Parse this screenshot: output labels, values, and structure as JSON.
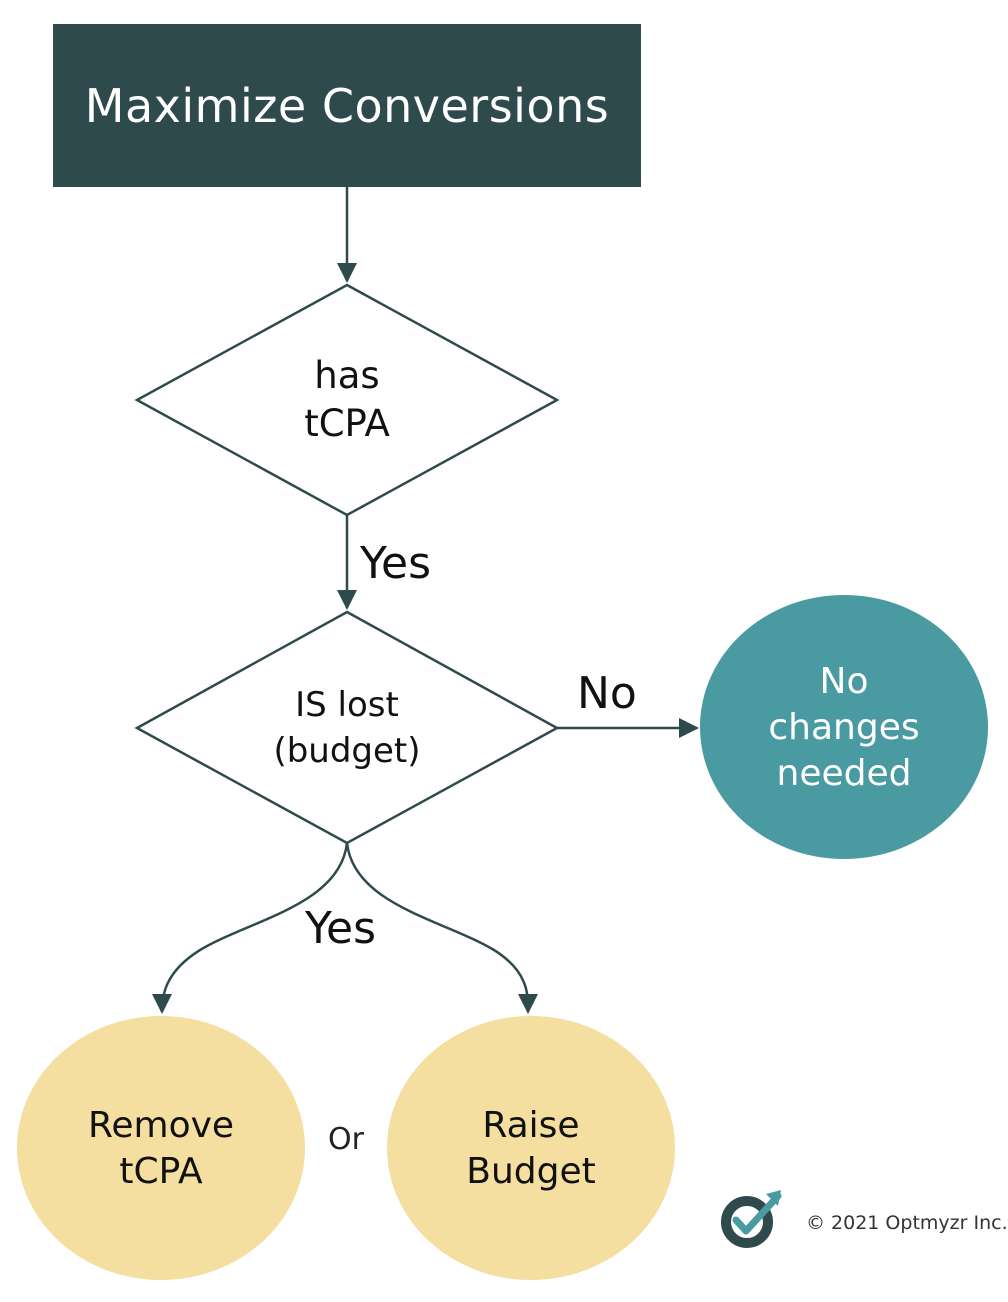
{
  "title": "Maximize Conversions",
  "decision1": {
    "line1": "has",
    "line2": "tCPA"
  },
  "edge1_label": "Yes",
  "decision2": {
    "line1": "IS lost",
    "line2": "(budget)"
  },
  "edge_no_label": "No",
  "edge_yes_label": "Yes",
  "no_changes": {
    "line1": "No",
    "line2": "changes",
    "line3": "needed"
  },
  "remove": {
    "line1": "Remove",
    "line2": "tCPA"
  },
  "or_label": "Or",
  "raise": {
    "line1": "Raise",
    "line2": "Budget"
  },
  "copyright": "© 2021 Optmyzr Inc.",
  "colors": {
    "title_bg": "#2f4a4d",
    "teal": "#4a9aa1",
    "yellow": "#f4dfa0",
    "stroke": "#2f4a4d",
    "logo_dark": "#2f4a4d",
    "logo_accent": "#4a9aa1"
  }
}
